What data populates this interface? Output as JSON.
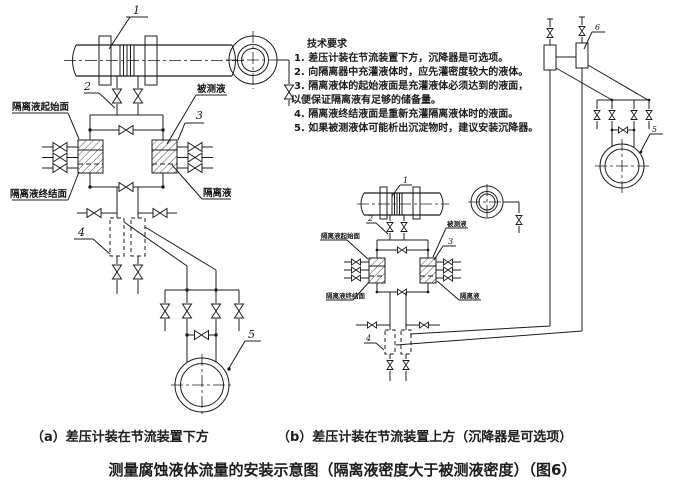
{
  "colors": {
    "ink": "#1c1c1c",
    "background": "#ffffff"
  },
  "tech_notes": {
    "title": "技术要求",
    "lines": [
      "1. 差压计装在节流装置下方，沉降器是可选项。",
      "2. 向隔离器中充灌液体时，应先灌密度较大的液体。",
      "3. 隔离液体的起始液面是充灌液体必须达到的液面，",
      "以便保证隔离液有足够的储备量。",
      "4. 隔离液终结液面是重新充灌隔离液体时的液面。",
      "5. 如果被测液体可能析出沉淀物时，建议安装沉降器。"
    ]
  },
  "diagram_a": {
    "callout_1": "1",
    "callout_2": "2",
    "callout_3": "3",
    "callout_4": "4",
    "callout_5": "5",
    "label_iso_start": "隔离液起始面",
    "label_measured": "被测液",
    "label_iso_end": "隔离液终结面",
    "label_iso": "隔离液"
  },
  "diagram_b": {
    "callout_1": "1",
    "callout_2": "2",
    "callout_3": "3",
    "callout_4": "4",
    "callout_5": "5",
    "callout_6": "6",
    "label_iso_start": "隔离液起始面",
    "label_measured": "被测液",
    "label_iso_end": "隔离液终结面",
    "label_iso": "隔离液"
  },
  "captions": {
    "a": "（a）差压计装在节流装置下方",
    "b": "（b）差压计装在节流装置上方（沉降器是可选项）",
    "main": "测量腐蚀液体流量的安装示意图（隔离液密度大于被测液密度）（图6）"
  }
}
